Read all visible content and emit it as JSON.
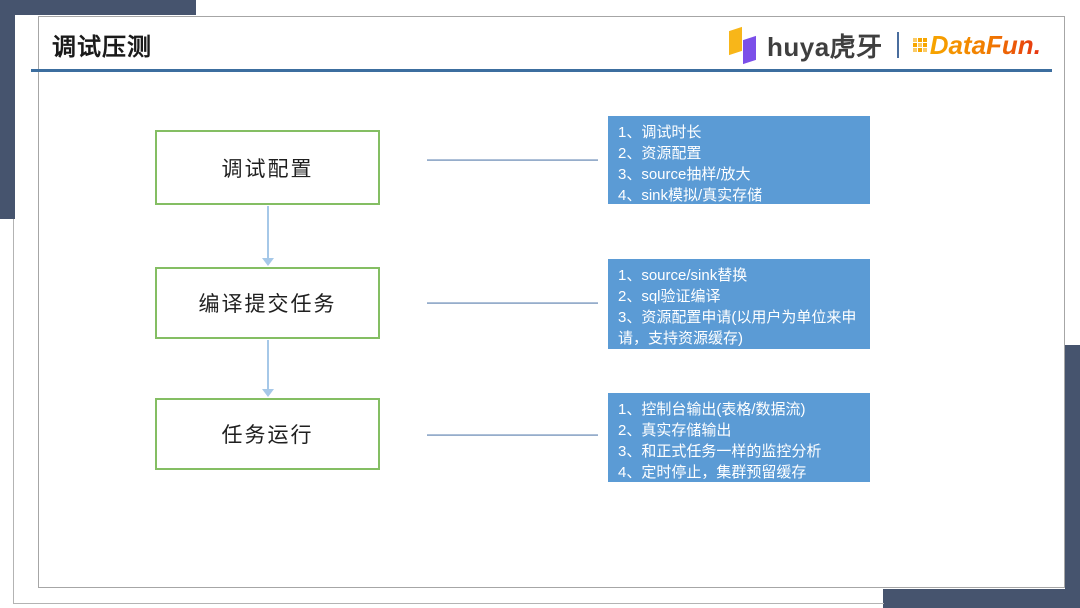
{
  "slide_title": "调试压测",
  "logos": {
    "huya": "huya虎牙",
    "separator": "|",
    "datafun": "DataFun."
  },
  "flow_steps": [
    {
      "label": "调试配置",
      "details": [
        "1、调试时长",
        "2、资源配置",
        "3、source抽样/放大",
        "4、sink模拟/真实存储"
      ]
    },
    {
      "label": "编译提交任务",
      "details": [
        "1、source/sink替换",
        "2、sql验证编译",
        "3、资源配置申请(以用户为单位来申请，支持资源缓存)"
      ]
    },
    {
      "label": "任务运行",
      "details": [
        "1、控制台输出(表格/数据流)",
        "2、真实存储输出",
        "3、和正式任务一样的监控分析",
        "4、定时停止，集群预留缓存"
      ]
    }
  ],
  "colors": {
    "slate_decoration": "#46546E",
    "title_underline": "#3C6E9F",
    "flow_box_border": "#84BE63",
    "detail_box_bg": "#5B9BD5",
    "arrow": "#A6C8E8",
    "huya_yellow": "#F8B619",
    "huya_purple": "#7B4FE9",
    "datafun_orange": "#F7A600",
    "datafun_red": "#E63312"
  }
}
